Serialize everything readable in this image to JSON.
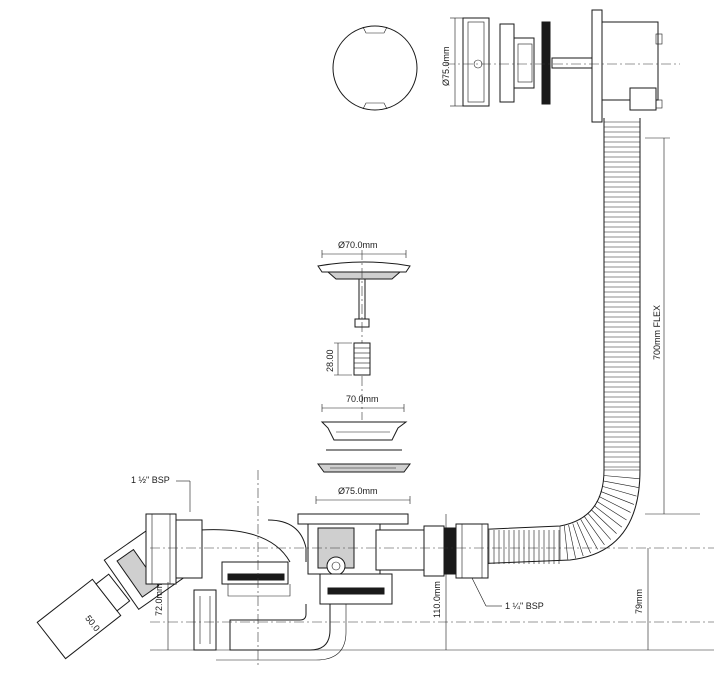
{
  "labels": {
    "overflow_diameter": "Ø75.0mm",
    "plug_diameter": "Ø70.0mm",
    "stem_length": "28.00",
    "strainer_width": "70.0mm",
    "waste_diameter": "Ø75.0mm",
    "flex_length": "700mm FLEX",
    "outlet_thread": "1 ½\" BSP",
    "side_thread": "1 ¼\" BSP",
    "outlet_pipe": "50.0",
    "height_trap": "72.0mm",
    "height_waste": "110.0mm",
    "height_flex": "79mm"
  }
}
